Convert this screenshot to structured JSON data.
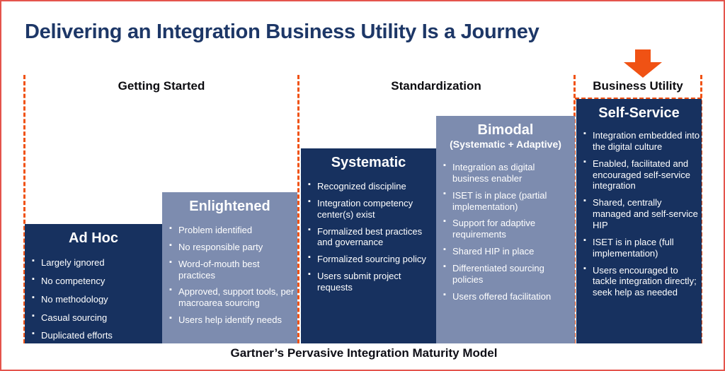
{
  "title": "Delivering an Integration Business Utility Is a Journey",
  "caption": "Gartner’s Pervasive Integration Maturity Model",
  "phases": [
    {
      "label": "Getting Started"
    },
    {
      "label": "Standardization"
    },
    {
      "label": "Business Utility"
    }
  ],
  "icons": {
    "journey_arrow": "orange-down-arrow"
  },
  "colors": {
    "stage_navy": "#17315f",
    "stage_blue_gray": "#7d8caf",
    "accent_orange": "#f05214",
    "frame_red": "#e4544c",
    "title_navy": "#1d3767"
  },
  "stages": [
    {
      "title": "Ad Hoc",
      "bullets": [
        "Largely ignored",
        "No competency",
        "No methodology",
        "Casual sourcing",
        "Duplicated efforts"
      ]
    },
    {
      "title": "Enlightened",
      "bullets": [
        "Problem identified",
        "No responsible party",
        "Word-of-mouth best practices",
        "Approved, support tools, per macroarea sourcing",
        "Users help identify needs"
      ]
    },
    {
      "title": "Systematic",
      "bullets": [
        "Recognized discipline",
        "Integration competency center(s) exist",
        "Formalized best practices and governance",
        "Formalized sourcing policy",
        "Users submit project requests"
      ]
    },
    {
      "title": "Bimodal",
      "subtitle": "(Systematic + Adaptive)",
      "bullets": [
        "Integration as digital business enabler",
        "ISET is in place (partial implementation)",
        "Support for adaptive requirements",
        "Shared HIP in place",
        "Differentiated sourcing policies",
        "Users offered facilitation"
      ]
    },
    {
      "title": "Self-Service",
      "bullets": [
        "Integration embedded into the digital culture",
        "Enabled, facilitated and encouraged self-service integration",
        "Shared, centrally managed and self-service HIP",
        "ISET is in place (full implementation)",
        "Users encouraged to tackle integration directly; seek help as needed"
      ]
    }
  ]
}
